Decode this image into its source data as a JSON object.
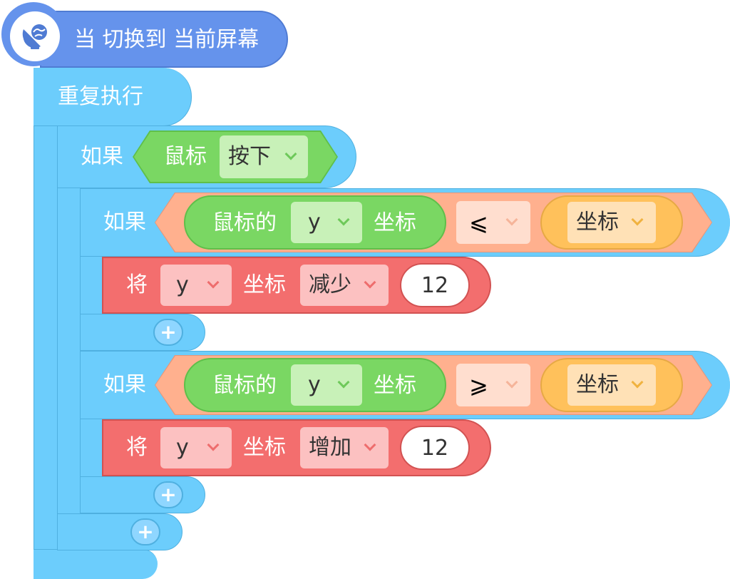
{
  "event_block": {
    "label": "当 切换到 当前屏幕",
    "icon": "satellite-dish-icon"
  },
  "loop_block": {
    "label": "重复执行"
  },
  "if_outer": {
    "label": "如果",
    "condition": {
      "sensor_label": "鼠标",
      "dropdown_value": "按下"
    }
  },
  "if_inner": [
    {
      "label": "如果",
      "left": {
        "prefix": "鼠标的",
        "axis": "y",
        "suffix": "坐标"
      },
      "operator": "⩽",
      "right": {
        "value": "坐标"
      },
      "action": {
        "verb": "将",
        "axis": "y",
        "coord_label": "坐标",
        "mode": "减少",
        "amount": "12"
      }
    },
    {
      "label": "如果",
      "left": {
        "prefix": "鼠标的",
        "axis": "y",
        "suffix": "坐标"
      },
      "operator": "⩾",
      "right": {
        "value": "坐标"
      },
      "action": {
        "verb": "将",
        "axis": "y",
        "coord_label": "坐标",
        "mode": "增加",
        "amount": "12"
      }
    }
  ],
  "plus_symbol": "+",
  "colors": {
    "event": "#6593ec",
    "control": "#6ccdfc",
    "sensor": "#7ad763",
    "operator": "#ffb08e",
    "variable": "#ffc15b",
    "motion": "#f36e6e"
  }
}
